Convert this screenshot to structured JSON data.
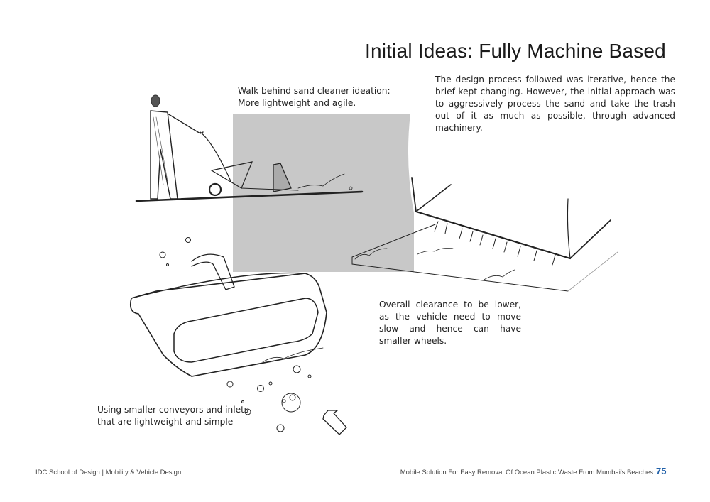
{
  "page": {
    "title": "Initial Ideas: Fully Machine Based",
    "intro_text": "The design process followed was iterative, hence the brief kept changing. However, the initial approach was to aggressively process the sand and take the trash out of it as much as possible, through advanced machinery.",
    "annotations": {
      "walk_behind_line1": "Walk behind sand cleaner ideation:",
      "walk_behind_line2": "More lightweight and agile.",
      "clearance": "Overall clearance to be lower, as the vehicle need to move slow and hence can have smaller wheels.",
      "conveyor_line1": "Using smaller conveyors and inlets",
      "conveyor_line2": "that are lightweight and simple"
    },
    "sketches": [
      {
        "name": "walk-behind-sand-cleaner-sketch",
        "subject": "person pushing walk-behind sand cleaner"
      },
      {
        "name": "conveyor-inlet-sketch",
        "subject": "conveyor loop with debris and arrows"
      },
      {
        "name": "low-clearance-vehicle-sketch",
        "subject": "vehicle underside with rake tines"
      }
    ],
    "colors": {
      "accent_rule": "#7fa9c4",
      "page_number": "#1f5fa8",
      "grey_panel": "#c8c8c8"
    }
  },
  "footer": {
    "left": "IDC School of Design | Mobility & Vehicle Design",
    "right": "Mobile Solution For Easy Removal Of Ocean Plastic Waste From Mumbai's Beaches",
    "page_number": "75"
  }
}
